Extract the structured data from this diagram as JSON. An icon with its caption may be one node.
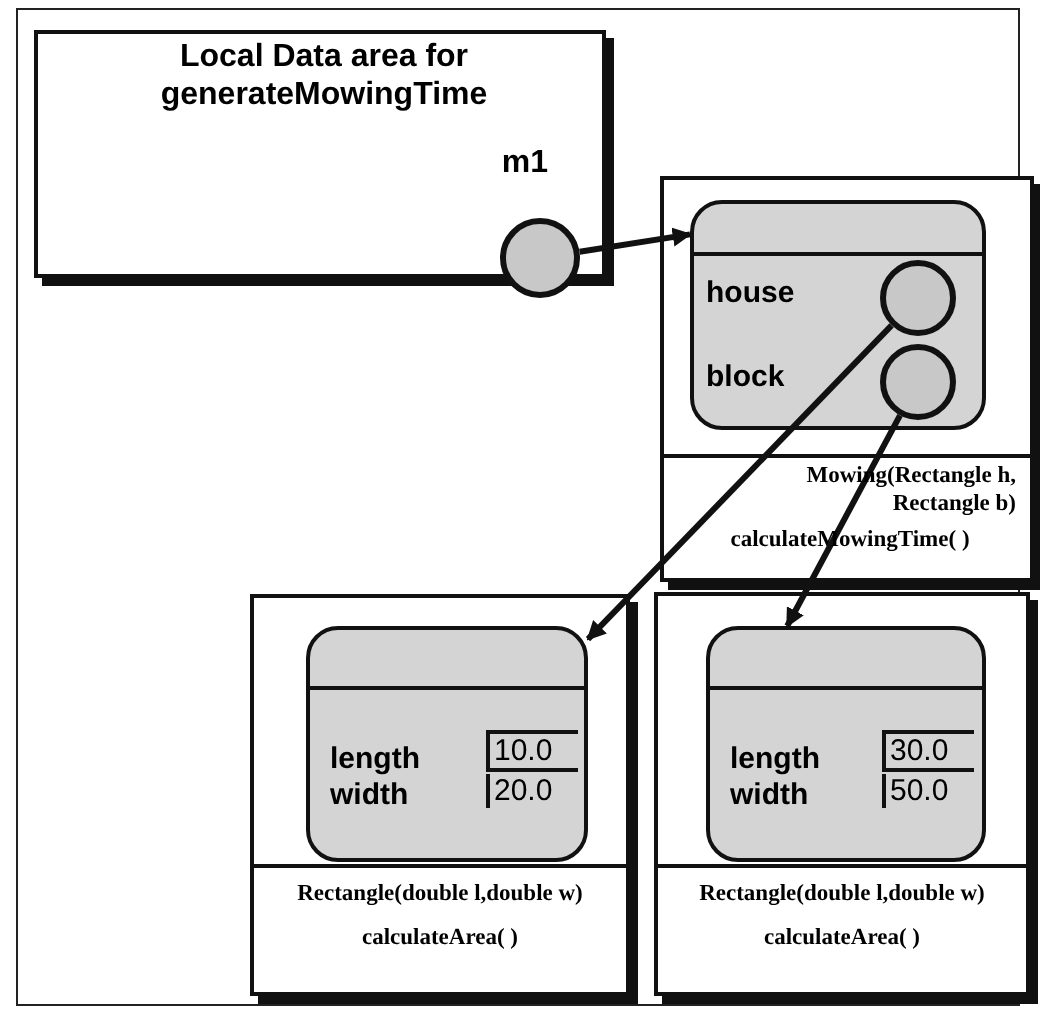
{
  "diagram": {
    "nodes": [
      {
        "text": [
          "Local Data area for generateMowingTime"
        ]
      },
      {
        "text": [],
        "shape": "circle",
        "beside": [
          "m1"
        ],
        "in": 0
      },
      {
        "text": [
          "Mowing(Rectangle h, Rectangle b)",
          "calculateMowingTime( )"
        ]
      },
      {
        "text": [],
        "shape": "box",
        "in": 2
      },
      {
        "text": [],
        "shape": "circle",
        "beside": [
          "house"
        ],
        "in": 3
      },
      {
        "text": [],
        "shape": "circle",
        "beside": [
          "block"
        ],
        "in": 3
      },
      {
        "text": [
          "Rectangle(double l,double w)",
          "calculateArea( )"
        ]
      },
      {
        "text": [],
        "shape": "box",
        "in": 6
      },
      {
        "text": [
          "Rectangle(double l,double w)",
          "calculateArea( )"
        ]
      },
      {
        "text": [],
        "shape": "box",
        "in": 8
      }
    ],
    "edges": [
      {
        "from": 1,
        "to": 3,
        "arrow": "to"
      },
      {
        "from": 4,
        "to": 7,
        "arrow": "to"
      },
      {
        "from": 5,
        "to": 9,
        "arrow": "to"
      }
    ],
    "labels": [
      "length",
      "10.0",
      "width",
      "20.0",
      "length",
      "30.0",
      "width",
      "50.0"
    ]
  }
}
